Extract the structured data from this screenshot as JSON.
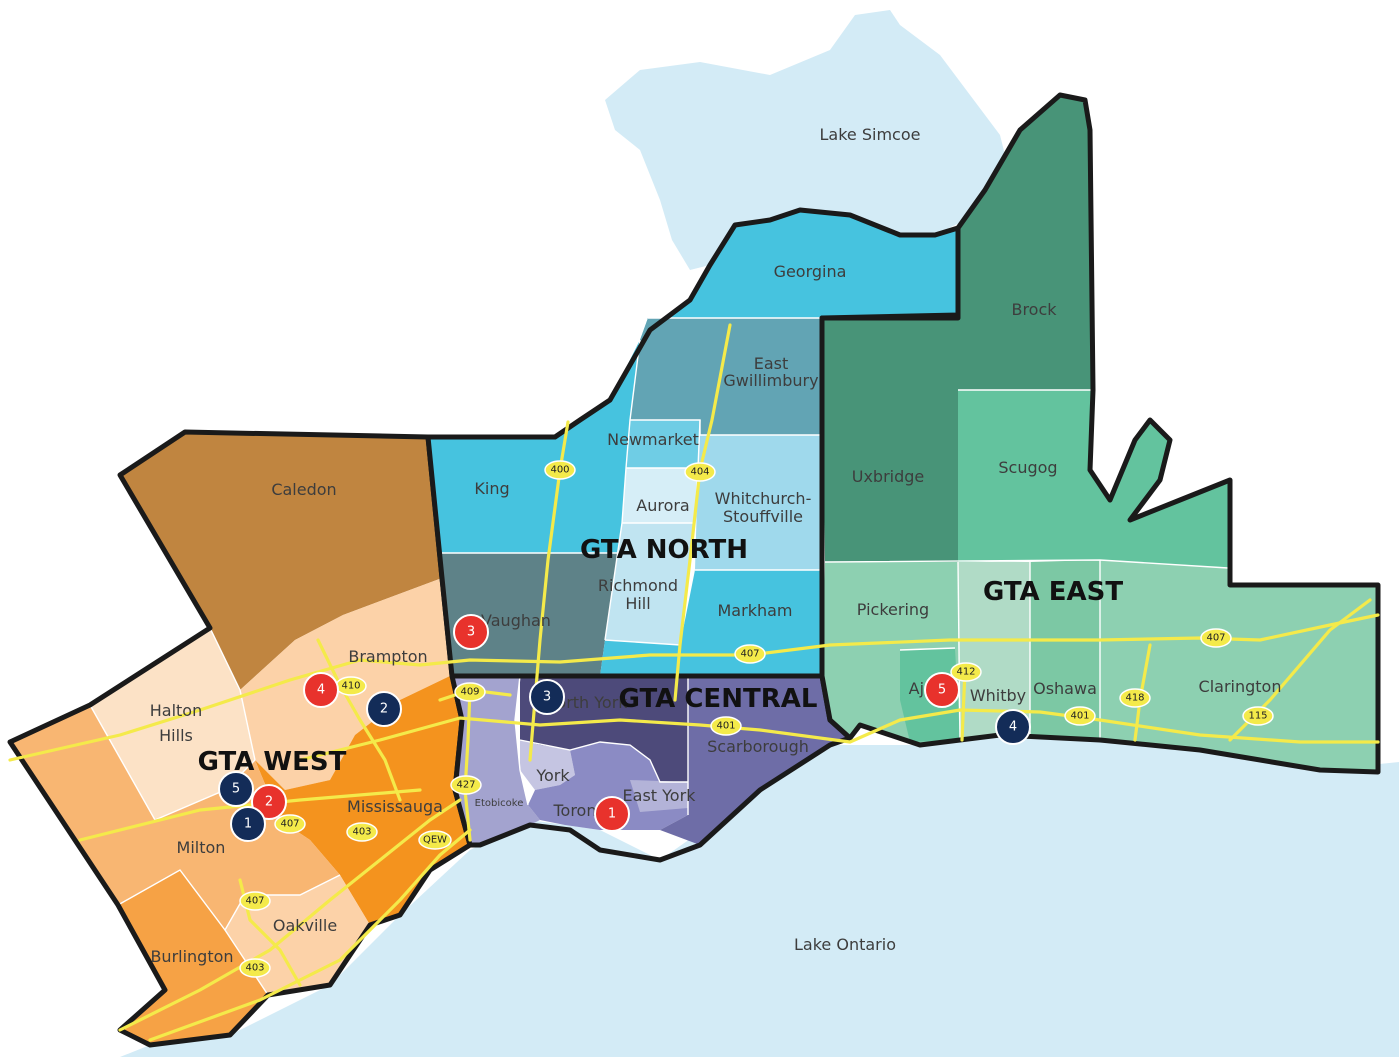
{
  "water": {
    "lake_simcoe": "Lake Simcoe",
    "lake_ontario": "Lake Ontario"
  },
  "regions": {
    "west": "GTA WEST",
    "north": "GTA NORTH",
    "central": "GTA CENTRAL",
    "east": "GTA EAST"
  },
  "municipalities": {
    "caledon": "Caledon",
    "brampton": "Brampton",
    "halton_hills_1": "Halton",
    "halton_hills_2": "Hills",
    "mississauga": "Mississauga",
    "milton": "Milton",
    "oakville": "Oakville",
    "burlington": "Burlington",
    "king": "King",
    "vaughan": "Vaughan",
    "aurora": "Aurora",
    "newmarket": "Newmarket",
    "richmond_hill_1": "Richmond",
    "richmond_hill_2": "Hill",
    "markham": "Markham",
    "whitchurch_1": "Whitchurch-",
    "whitchurch_2": "Stouffville",
    "east_gwillimbury_1": "East",
    "east_gwillimbury_2": "Gwillimbury",
    "georgina": "Georgina",
    "north_york": "North York",
    "york": "York",
    "east_york": "East York",
    "etobicoke": "Etobicoke",
    "toronto": "Toronto",
    "scarborough": "Scarborough",
    "brock": "Brock",
    "uxbridge": "Uxbridge",
    "scugog": "Scugog",
    "pickering": "Pickering",
    "ajax": "Ajax",
    "whitby": "Whitby",
    "oshawa": "Oshawa",
    "clarington": "Clarington"
  },
  "highways": [
    "400",
    "404",
    "407",
    "409",
    "410",
    "401",
    "427",
    "403",
    "QEW",
    "412",
    "418",
    "115"
  ],
  "markers": {
    "red": [
      "1",
      "2",
      "3",
      "4",
      "5"
    ],
    "navy": [
      "1",
      "2",
      "3",
      "4",
      "5"
    ]
  },
  "colors": {
    "water": "#d3ebf6",
    "west_dark": "#f4931e",
    "west_mid": "#f8b672",
    "west_light": "#fcdfc0",
    "caledon": "#c08540",
    "north_bright": "#46c3df",
    "north_teal": "#62a4b4",
    "north_slate": "#5e8288",
    "north_pale": "#9fd9ec",
    "central_dark": "#4d4a7a",
    "central_mid": "#6e6da7",
    "central_light": "#9e9fcd",
    "east_dark": "#489478",
    "east_mid": "#63c39e",
    "east_light": "#8dd0b1",
    "marker_red": "#e8322c",
    "marker_navy": "#132c58",
    "highway": "#f4ea4a"
  }
}
